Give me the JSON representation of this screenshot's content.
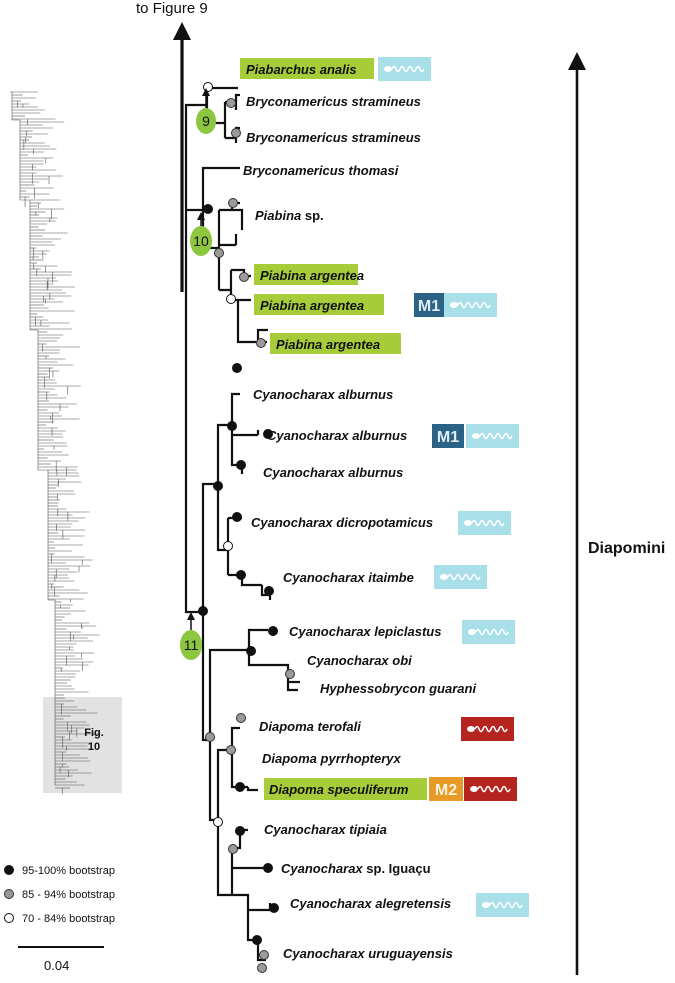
{
  "header": {
    "arrow_label": "to Figure 9"
  },
  "clade": {
    "label": "Diapomini"
  },
  "overview": {
    "inset_label_line1": "Fig.",
    "inset_label_line2": "10"
  },
  "scale_bar": {
    "label": "0.04"
  },
  "legend": {
    "items": [
      {
        "style": "black",
        "label": "95-100% bootstrap"
      },
      {
        "style": "gray",
        "label": "85 - 94% bootstrap"
      },
      {
        "style": "white",
        "label": "70 - 84% bootstrap"
      }
    ]
  },
  "node_tags": [
    "9",
    "10",
    "11"
  ],
  "morph_tags": {
    "m1": "M1",
    "m2": "M2"
  },
  "colors": {
    "highlight": "#a6cc3a",
    "sperm_light_blue": "#a9dfe8",
    "sperm_red": "#b5241e",
    "m1_badge": "#2b6286",
    "m2_badge": "#e79a27",
    "node_tag": "#8dc63f",
    "inset_gray": "#e2e2e2"
  },
  "taxa": [
    {
      "genus": "Piabarchus",
      "epithet": "analis",
      "highlight": true,
      "sperm": "blue"
    },
    {
      "genus": "Bryconamericus",
      "epithet": "stramineus"
    },
    {
      "genus": "Bryconamericus",
      "epithet": "stramineus"
    },
    {
      "genus": "Bryconamericus",
      "epithet": "thomasi"
    },
    {
      "genus": "Piabina",
      "epithet": "sp."
    },
    {
      "genus": "Piabina",
      "epithet": "argentea",
      "highlight": true
    },
    {
      "genus": "Piabina",
      "epithet": "argentea",
      "highlight": true,
      "badge": "M1",
      "sperm": "blue"
    },
    {
      "genus": "Piabina",
      "epithet": "argentea",
      "highlight": true
    },
    {
      "genus": "Cyanocharax",
      "epithet": "alburnus"
    },
    {
      "genus": "Cyanocharax",
      "epithet": "alburnus",
      "badge": "M1",
      "sperm": "blue"
    },
    {
      "genus": "Cyanocharax",
      "epithet": "alburnus"
    },
    {
      "genus": "Cyanocharax",
      "epithet": "dicropotamicus",
      "sperm": "blue"
    },
    {
      "genus": "Cyanocharax",
      "epithet": "itaimbe",
      "sperm": "blue"
    },
    {
      "genus": "Cyanocharax",
      "epithet": "lepiclastus",
      "sperm": "blue"
    },
    {
      "genus": "Cyanocharax",
      "epithet": "obi"
    },
    {
      "genus": "Hyphessobrycon",
      "epithet": "guarani"
    },
    {
      "genus": "Diapoma",
      "epithet": "terofali",
      "sperm": "red"
    },
    {
      "genus": "Diapoma",
      "epithet": "pyrrhopteryx"
    },
    {
      "genus": "Diapoma",
      "epithet": "speculiferum",
      "highlight": true,
      "badge": "M2",
      "sperm": "red"
    },
    {
      "genus": "Cyanocharax",
      "epithet": "tipiaia"
    },
    {
      "genus": "Cyanocharax",
      "epithet": "sp. Iguaçu"
    },
    {
      "genus": "Cyanocharax",
      "epithet": "alegretensis",
      "sperm": "blue"
    },
    {
      "genus": "Cyanocharax",
      "epithet": "uruguayensis"
    }
  ]
}
